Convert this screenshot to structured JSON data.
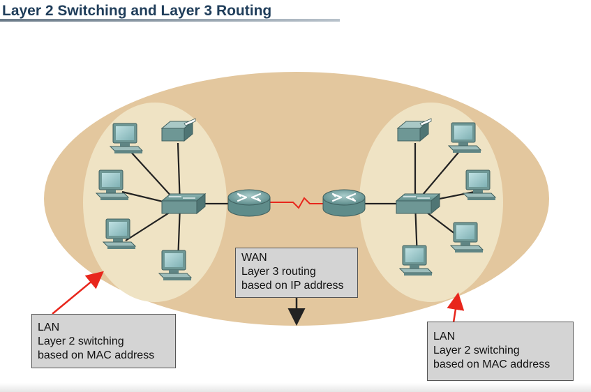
{
  "title": "Layer 2 Switching and Layer 3 Routing",
  "labels": {
    "wan": {
      "line1": "WAN",
      "line2": "Layer 3 routing",
      "line3": "based on IP address"
    },
    "lan_left": {
      "line1": "LAN",
      "line2": "Layer 2 switching",
      "line3": "based on MAC address"
    },
    "lan_right": {
      "line1": "LAN",
      "line2": "Layer 2 switching",
      "line3": "based on MAC address"
    }
  },
  "colors": {
    "outer_ellipse": "#e3c79e",
    "lan_ellipse": "#efe3c4",
    "device_teal": "#5f8c8a",
    "wan_link": "#e8261c",
    "arrow_red": "#e8261c"
  }
}
